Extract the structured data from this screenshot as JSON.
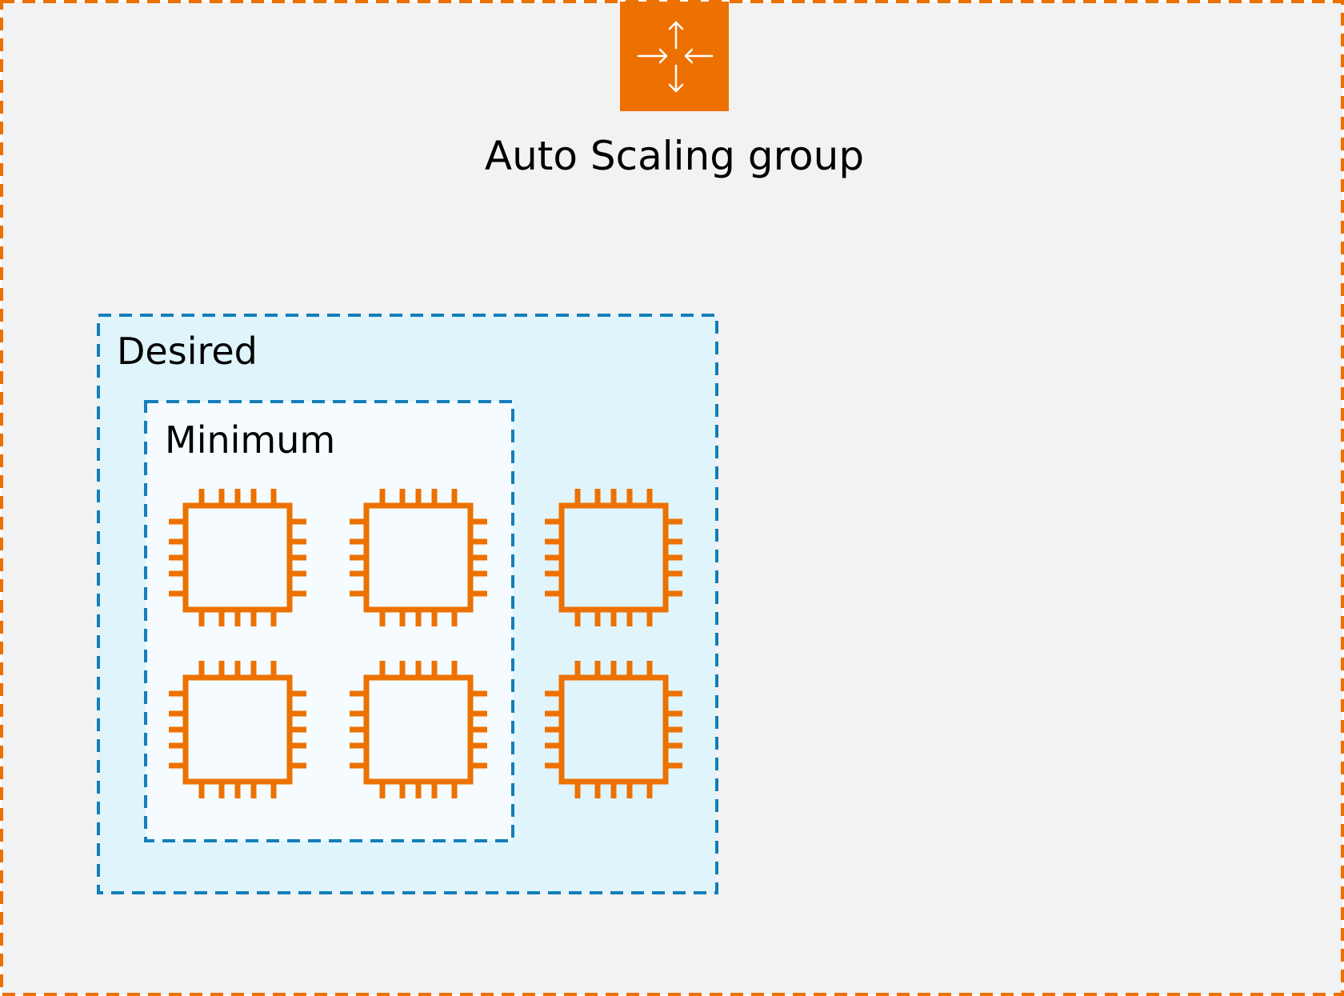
{
  "diagram": {
    "group": {
      "label": "Auto Scaling group",
      "icon": "auto-scaling-icon",
      "border_color": "#ED7100",
      "background_color": "#F2F2F2",
      "icon_background_color": "#ED7100"
    },
    "desired": {
      "label": "Desired",
      "border_color": "#147EBA",
      "background_color": "#E0F4FC"
    },
    "minimum": {
      "label": "Minimum",
      "border_color": "#147EBA",
      "background_color": "#F5FBFE"
    },
    "instances": {
      "icon": "ec2-instance-icon",
      "color": "#ED7100",
      "minimum_count": 4,
      "desired_count": 6
    }
  }
}
